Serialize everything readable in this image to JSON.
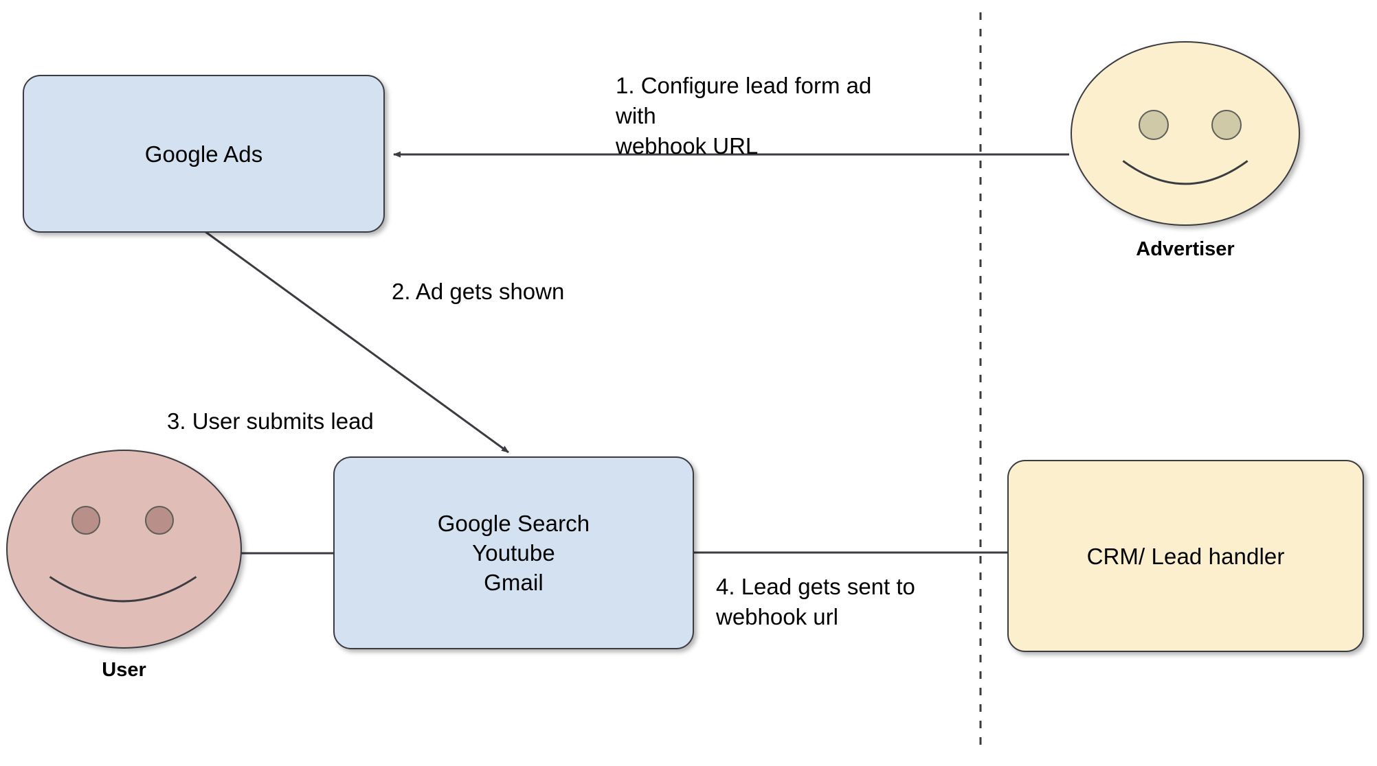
{
  "diagram": {
    "title": "Google Ads lead form webhook flow",
    "colors": {
      "box_blue_fill": "#d4e1f0",
      "box_yellow_fill": "#fbefce",
      "user_face_fill": "#e0bdb7",
      "user_eye_fill": "#b99089",
      "advertiser_eye_fill": "#cfc9a8",
      "stroke": "#3b3b42",
      "background": "#ffffff",
      "text": "#000000"
    },
    "nodes": {
      "google_ads": {
        "label": "Google Ads",
        "shape": "rounded-rectangle",
        "fill": "#d4e1f0"
      },
      "google_properties": {
        "label": "Google Search\nYoutube\nGmail",
        "shape": "rounded-rectangle",
        "fill": "#d4e1f0"
      },
      "crm": {
        "label": "CRM/ Lead handler",
        "shape": "rounded-rectangle",
        "fill": "#fbefce"
      },
      "advertiser": {
        "label": "Advertiser",
        "shape": "smiley-face",
        "fill": "#fbefce"
      },
      "user": {
        "label": "User",
        "shape": "smiley-face",
        "fill": "#e0bdb7"
      }
    },
    "edges": [
      {
        "step": "1.",
        "label": "1.  Configure lead form ad with\nwebhook URL",
        "from": "advertiser",
        "to": "google_ads",
        "style": "solid",
        "arrow": "single"
      },
      {
        "step": "2.",
        "label": "2.  Ad gets shown",
        "from": "google_ads",
        "to": "google_properties",
        "style": "solid",
        "arrow": "single"
      },
      {
        "step": "3.",
        "label": "3.  User submits lead",
        "from": "user",
        "to": "google_properties",
        "style": "solid",
        "arrow": "single"
      },
      {
        "step": "4.",
        "label": "4.  Lead gets sent to\nwebhook url",
        "from": "google_properties",
        "to": "crm",
        "style": "solid",
        "arrow": "single"
      }
    ],
    "divider": {
      "name": "vertical-dashed-divider",
      "style": "dashed",
      "orientation": "vertical"
    }
  }
}
